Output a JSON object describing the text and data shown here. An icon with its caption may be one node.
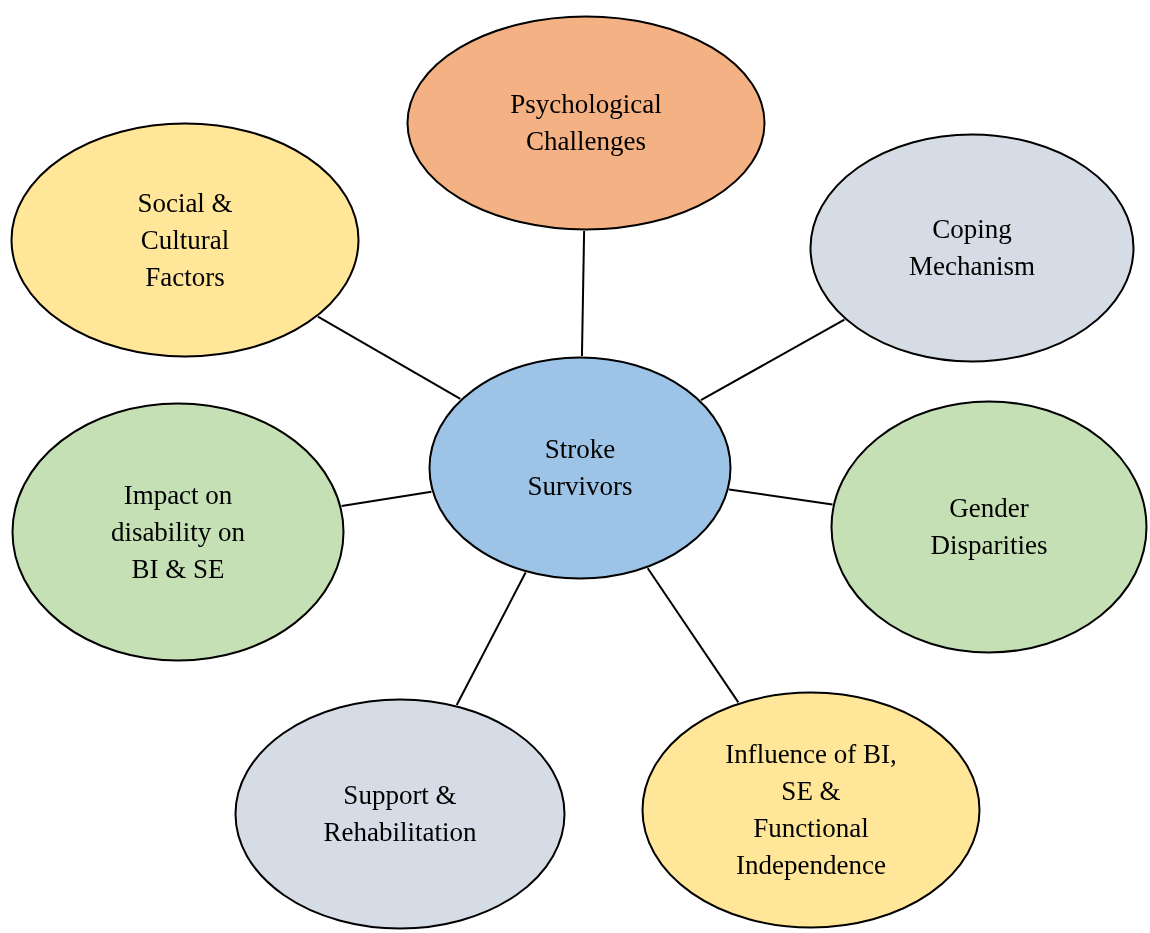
{
  "diagram": {
    "nodes": [
      {
        "text": [
          "Psychological Challenges"
        ]
      },
      {
        "text": [
          "Social & Cultural Factors"
        ]
      },
      {
        "text": [
          "Coping Mechanism"
        ]
      },
      {
        "text": [
          "Stroke Survivors"
        ]
      },
      {
        "text": [
          "Impact on disability on BI & SE"
        ]
      },
      {
        "text": [
          "Gender Disparities"
        ]
      },
      {
        "text": [
          "Support & Rehabilitation"
        ]
      },
      {
        "text": [
          "Influence of BI, SE & Functional Independence"
        ]
      }
    ],
    "edges": [
      {
        "from": 3,
        "to": 0,
        "arrow": "none"
      },
      {
        "from": 3,
        "to": 1,
        "arrow": "none"
      },
      {
        "from": 3,
        "to": 2,
        "arrow": "none"
      },
      {
        "from": 3,
        "to": 4,
        "arrow": "none"
      },
      {
        "from": 3,
        "to": 5,
        "arrow": "none"
      },
      {
        "from": 3,
        "to": 6,
        "arrow": "none"
      },
      {
        "from": 3,
        "to": 7,
        "arrow": "none"
      }
    ]
  }
}
